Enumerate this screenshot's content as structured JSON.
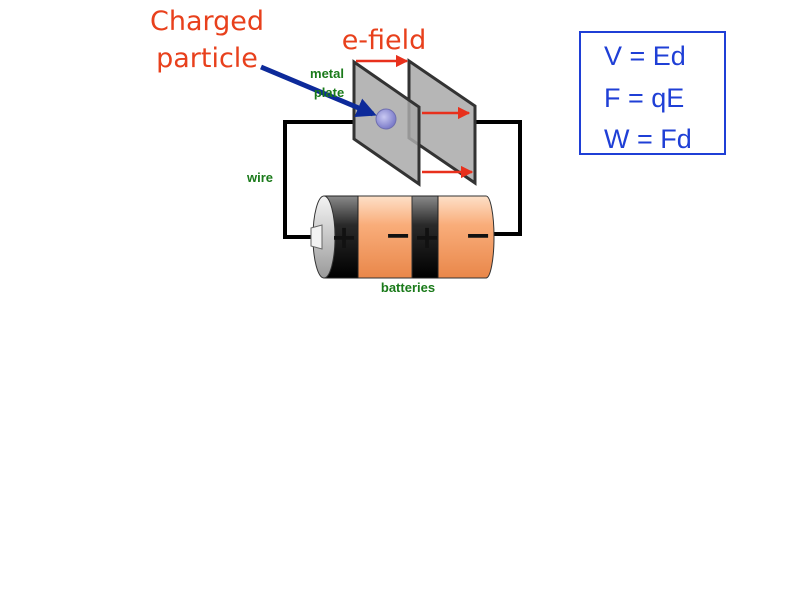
{
  "labels": {
    "charged_particle_line1": "Charged",
    "charged_particle_line2": "particle",
    "efield": "e-field",
    "metal_plate_line1": "metal",
    "metal_plate_line2": "plate",
    "wire": "wire",
    "batteries": "batteries"
  },
  "equations": {
    "voltage": "V = Ed",
    "force": "F = qE",
    "work": "W = Fd"
  },
  "battery_signs": {
    "plus": "+",
    "minus": "−"
  },
  "colors": {
    "title_red": "#e8401c",
    "label_green": "#1a7a1a",
    "equation_blue": "#1f3fd6",
    "pointer_navy": "#0d2a9a",
    "field_arrow_red": "#e8301c",
    "plate_gray": "#a9a9a9",
    "battery_orange": "#f7a46b"
  }
}
